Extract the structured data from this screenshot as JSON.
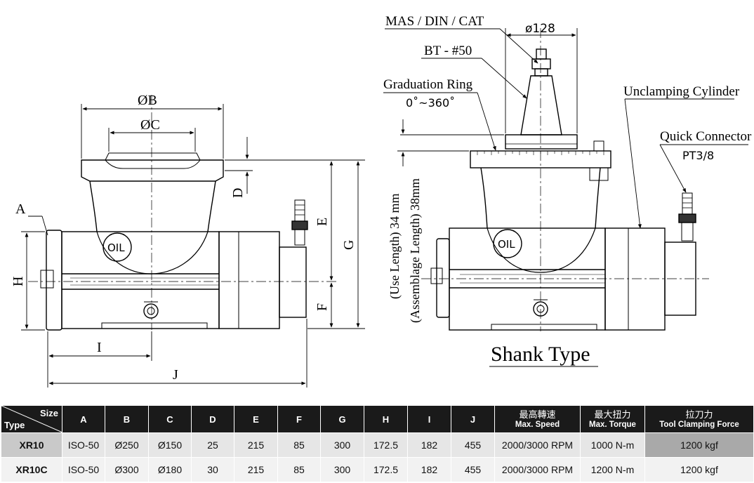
{
  "left_view": {
    "dims": {
      "A": "A",
      "B": "ØB",
      "C": "ØC",
      "D": "D",
      "E": "E",
      "F": "F",
      "G": "G",
      "H": "H",
      "I": "I",
      "J": "J"
    },
    "oil_label": "OIL"
  },
  "right_view": {
    "mas_din_cat": "MAS / DIN / CAT",
    "bt50": "BT - #50",
    "dia128": "ø128",
    "graduation_ring": "Graduation Ring",
    "angle_range": "0˚~360˚",
    "unclamping_cylinder": "Unclamping Cylinder",
    "quick_connector": "Quick Connector",
    "pt38": "PT3/8",
    "use_length": "(Use Length) 34 mm",
    "assemblage_length": "(Assemblage Length) 38mm",
    "oil_label": "OIL",
    "shank_type": "Shank Type"
  },
  "table": {
    "corner": {
      "size": "Size",
      "type": "Type"
    },
    "headers": [
      {
        "id": "A",
        "label": "A"
      },
      {
        "id": "B",
        "label": "B"
      },
      {
        "id": "C",
        "label": "C"
      },
      {
        "id": "D",
        "label": "D"
      },
      {
        "id": "E",
        "label": "E"
      },
      {
        "id": "F",
        "label": "F"
      },
      {
        "id": "G",
        "label": "G"
      },
      {
        "id": "H",
        "label": "H"
      },
      {
        "id": "I",
        "label": "I"
      },
      {
        "id": "J",
        "label": "J"
      }
    ],
    "speed_header": {
      "zh": "最高轉速",
      "en": "Max. Speed"
    },
    "torque_header": {
      "zh": "最大扭力",
      "en": "Max. Torque"
    },
    "clamp_header": {
      "zh": "拉刀力",
      "en": "Tool Clamping Force"
    },
    "rows": [
      {
        "type": "XR10",
        "A": "ISO-50",
        "B": "Ø250",
        "C": "Ø150",
        "D": "25",
        "E": "215",
        "F": "85",
        "G": "300",
        "H": "172.5",
        "I": "182",
        "J": "455",
        "speed": "2000/3000 RPM",
        "torque": "1000 N-m",
        "clamp": "1200 kgf"
      },
      {
        "type": "XR10C",
        "A": "ISO-50",
        "B": "Ø300",
        "C": "Ø180",
        "D": "30",
        "E": "215",
        "F": "85",
        "G": "300",
        "H": "172.5",
        "I": "182",
        "J": "455",
        "speed": "2000/3000 RPM",
        "torque": "1200 N-m",
        "clamp": "1200 kgf"
      }
    ]
  }
}
